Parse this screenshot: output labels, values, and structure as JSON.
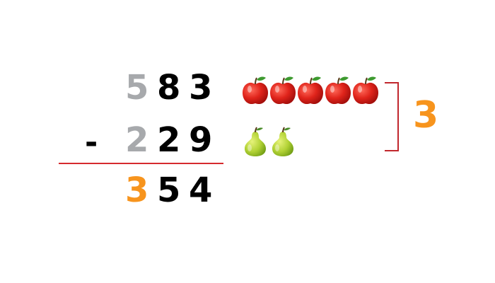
{
  "problem": {
    "top": [
      "5",
      "8",
      "3"
    ],
    "operator": "-",
    "bottom": [
      "2",
      "2",
      "9"
    ],
    "result": [
      "3",
      "5",
      "4"
    ]
  },
  "hint": {
    "apples": 5,
    "pears": 2,
    "difference": "3"
  },
  "colors": {
    "text": "#000000",
    "muted_digit": "#a7a9ac",
    "highlight": "#f7941d",
    "rule": "#d62a2e",
    "bracket": "#c1272d",
    "apple": "#e0241b",
    "pear": "#9cc421"
  }
}
